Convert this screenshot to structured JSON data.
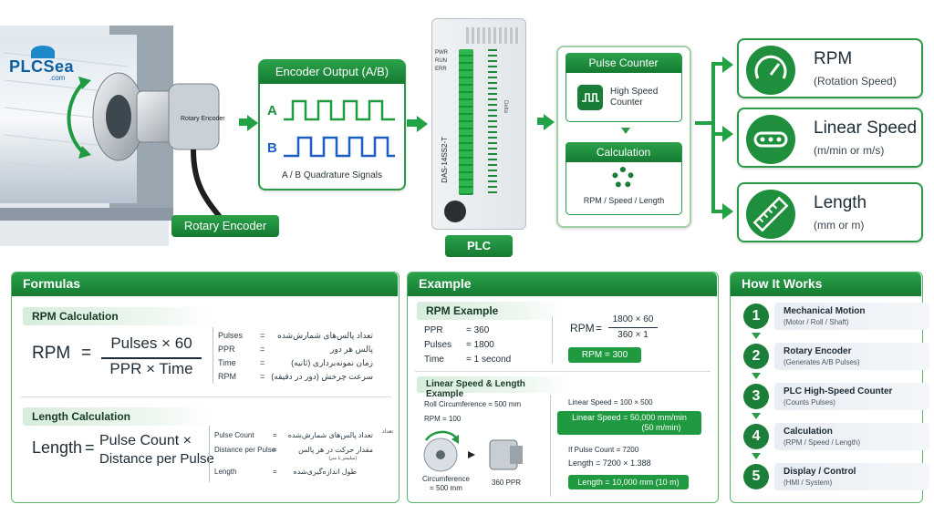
{
  "logo": {
    "text_main": "PLCSea",
    "text_sub": ".com"
  },
  "encoder": {
    "tag": "Rotary Encoder",
    "body_label": "Rotary Encoder"
  },
  "signals": {
    "title": "Encoder Output (A/B)",
    "a_label": "A",
    "b_label": "B",
    "caption": "A / B Quadrature Signals"
  },
  "plc": {
    "tag": "PLC",
    "leds": [
      "PWR",
      "RUN",
      "ERR"
    ],
    "model": "DAS-14SS2-T",
    "side": "Delta"
  },
  "counter": {
    "title": "Pulse Counter",
    "hs_line1": "High Speed",
    "hs_line2": "Counter",
    "calc_title": "Calculation",
    "calc_caption": "RPM / Speed / Length"
  },
  "outputs": [
    {
      "title": "RPM",
      "sub": "(Rotation Speed)",
      "icon": "gauge-icon"
    },
    {
      "title": "Linear Speed",
      "sub": "(m/min or m/s)",
      "icon": "conveyor-icon"
    },
    {
      "title": "Length",
      "sub": "(mm or m)",
      "icon": "ruler-icon"
    }
  ],
  "formulas": {
    "title": "Formulas",
    "rpm_head": "RPM Calculation",
    "rpm_lhs": "RPM",
    "rpm_num": "Pulses × 60",
    "rpm_den": "PPR × Time",
    "rpm_legend": [
      {
        "k": "Pulses",
        "v": "تعداد پالس‌های شمارش‌شده"
      },
      {
        "k": "PPR",
        "v": "پالس هر دور"
      },
      {
        "k": "Time",
        "v": "زمان نمونه‌برداری (ثانیه)"
      },
      {
        "k": "RPM",
        "v": "سرعت چرخش (دور در دقیقه)"
      }
    ],
    "len_head": "Length Calculation",
    "len_lhs": "Length",
    "len_rhs1": "Pulse Count ×",
    "len_rhs2": "Distance per Pulse",
    "len_legend": [
      {
        "k": "Pulse Count",
        "v": "تعداد پالس‌های شمارش‌شده"
      },
      {
        "k": "Distance per Pulse",
        "v": "مقدار حرکت در هر پالس"
      },
      {
        "k": "Length",
        "v": "طول اندازه‌گیری‌شده"
      }
    ],
    "len_note_right": "تعداد",
    "len_note_sub": "(میلیمتر یا متر)",
    "eq": "="
  },
  "example": {
    "title": "Example",
    "rpm_head": "RPM Example",
    "rows": [
      {
        "k": "PPR",
        "v": "= 360"
      },
      {
        "k": "Pulses",
        "v": "= 1800"
      },
      {
        "k": "Time",
        "v": "= 1 second"
      }
    ],
    "rpm_lhs": "RPM",
    "rpm_num": "1800 × 60",
    "rpm_den": "360 × 1",
    "rpm_result": "RPM = 300",
    "ls_head": "Linear Speed & Length Example",
    "roll_circ": "Roll Circumference = 500 mm",
    "rpm_val": "RPM = 100",
    "circ_caption1": "Circumference",
    "circ_caption2": "= 500 mm",
    "ppr_caption": "360 PPR",
    "ls_formula": "Linear Speed = 100 × 500",
    "ls_result1": "Linear Speed = 50,000 mm/min",
    "ls_result2": "(50 m/min)",
    "pulse_count": "If Pulse Count = 7200",
    "len_formula": "Length = 7200 × 1.388",
    "len_result": "Length = 10,000 mm (10 m)"
  },
  "how": {
    "title": "How It Works",
    "steps": [
      {
        "n": "1",
        "t": "Mechanical Motion",
        "s": "(Motor / Roll / Shaft)"
      },
      {
        "n": "2",
        "t": "Rotary Encoder",
        "s": "(Generates A/B Pulses)"
      },
      {
        "n": "3",
        "t": "PLC High-Speed Counter",
        "s": "(Counts Pulses)"
      },
      {
        "n": "4",
        "t": "Calculation",
        "s": "(RPM / Speed / Length)"
      },
      {
        "n": "5",
        "t": "Display / Control",
        "s": "(HMI / System)"
      }
    ]
  }
}
